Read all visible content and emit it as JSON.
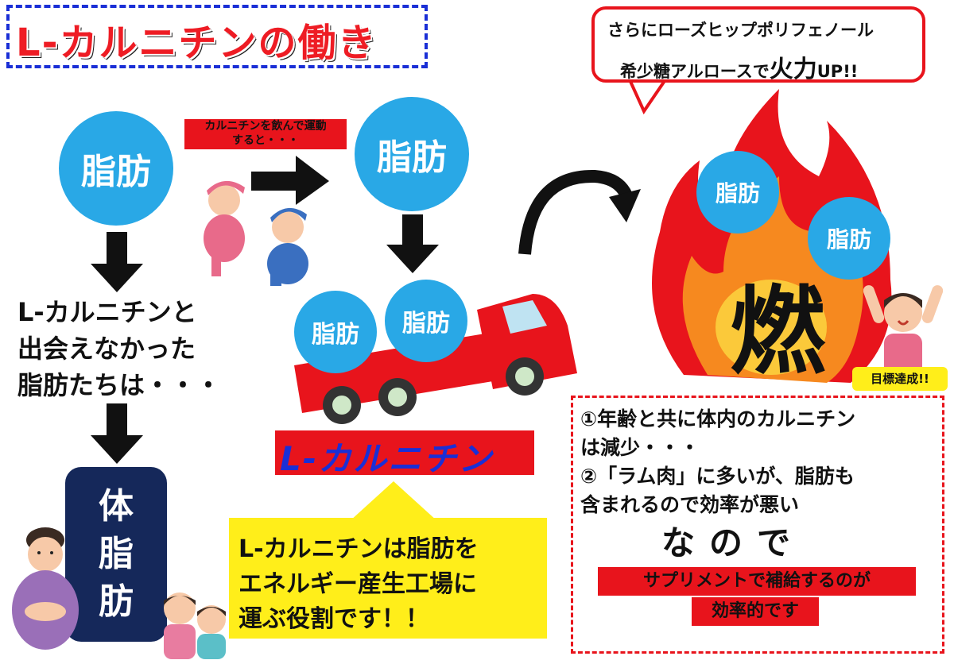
{
  "title": "L-カルニチンの働き",
  "fat_label": "脂肪",
  "exercise_label_1": "カルニチンを飲んで運動",
  "exercise_label_2": "すると・・・",
  "bubble": {
    "line1": "さらにローズヒップポリフェノール",
    "line2_prefix": "希少糖アルロースで",
    "line2_emph": "火力",
    "line2_suffix": "UP!!"
  },
  "burn_kanji": "燃",
  "goal_badge": "目標達成!!",
  "left_text": [
    "L-カルニチンと",
    "出会えなかった",
    "脂肪たちは・・・"
  ],
  "body_fat": [
    "体",
    "脂",
    "肪"
  ],
  "carnitine_label": "L-カルニチン",
  "yellow_callout": [
    "L-カルニチンは脂肪を",
    "エネルギー産生工場に",
    "運ぶ役割です！！"
  ],
  "info": {
    "line1": "①年齢と共に体内のカルニチン",
    "line2": "は減少・・・",
    "line3": "②「ラム肉」に多いが、脂肪も",
    "line4": "含まれるので効率が悪い",
    "nanode": "なので",
    "supp1": "サプリメントで補給するのが",
    "supp2": "効率的です"
  },
  "colors": {
    "red": "#e8141c",
    "blue": "#29a8e6",
    "navy": "#15285a",
    "yellow": "#ffee1a",
    "dash_blue": "#1a2fd6"
  }
}
